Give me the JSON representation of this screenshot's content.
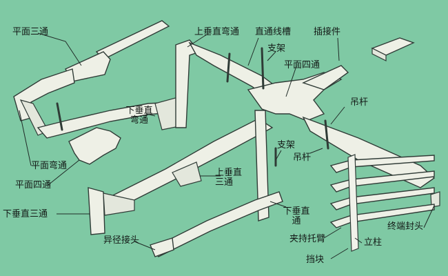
{
  "labels": {
    "pingmian_santong": "平面三通",
    "shangchui_zhiwantong": "上垂直弯通",
    "zhitong_xiancao": "直通线槽",
    "chajiejian": "插接件",
    "zhijia_top": "支架",
    "pingmian_sitong_right": "平面四通",
    "xiachui_zhiwantong": "下垂直弯通",
    "diaogan_upper": "吊杆",
    "zhijia_mid": "支架",
    "diaogan_mid": "吊杆",
    "pingmian_wantong": "平面弯通",
    "shangchui_zhisantong": "上垂直三通",
    "pingmian_sitong_left": "平面四通",
    "xiachui_zhisantong": "下垂直三通",
    "xiachui_zhitong": "下垂直通",
    "zhongduan_fengtou": "终端封头",
    "yijing_jietou": "异径接头",
    "jiachi_tuobi": "夹持托臂",
    "lizhu": "立柱",
    "dangkuai": "挡块"
  },
  "colors": {
    "background": "#7fc9a4",
    "tray": "#eef0e6",
    "line": "#2f3b36"
  }
}
